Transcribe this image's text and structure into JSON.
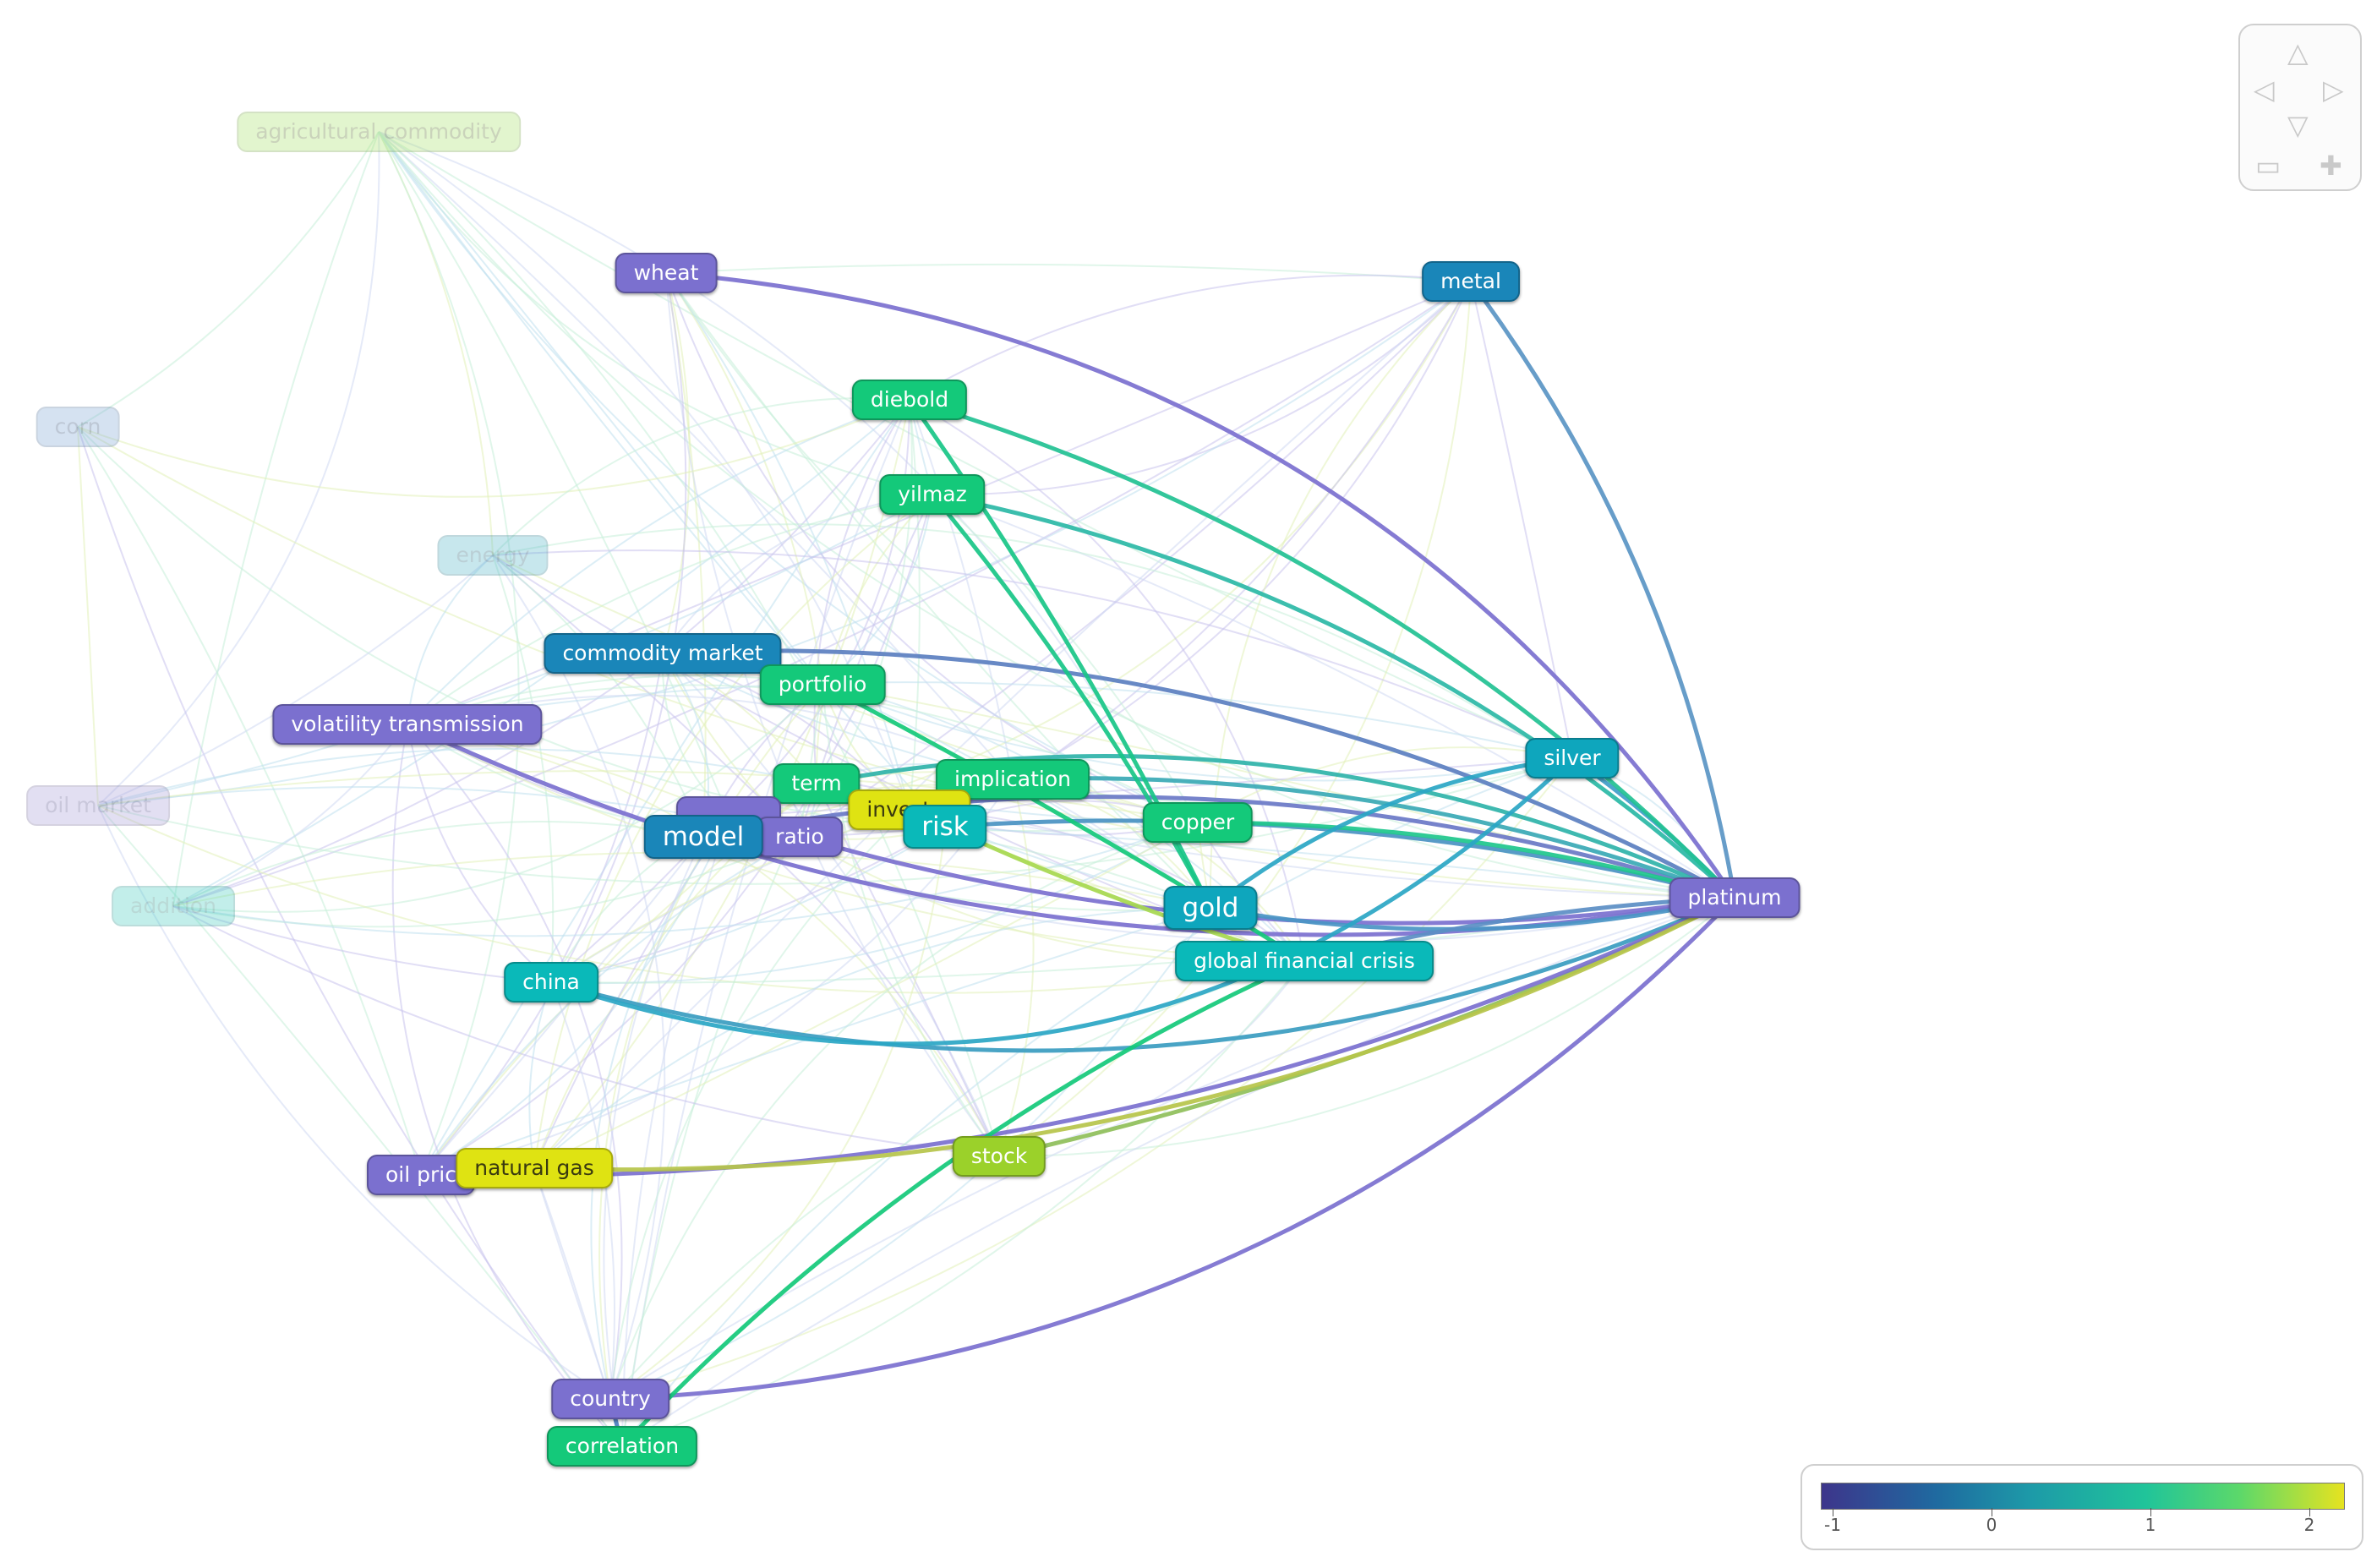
{
  "colors": {
    "purple": "#7b70cf",
    "blue": "#1a86b9",
    "teal": "#0ab9b9",
    "green": "#14cc80",
    "lime": "#9bd12a",
    "yellow": "#dfe312"
  },
  "nodes": [
    {
      "id": "agricultural_commodity",
      "label": "agricultural commodity",
      "color": "#a7e16a",
      "text": "#5c7a2e",
      "faded": true
    },
    {
      "id": "wheat",
      "label": "wheat",
      "color": "#7b70cf",
      "text": "#ffffff"
    },
    {
      "id": "metal",
      "label": "metal",
      "color": "#1a86b9",
      "text": "#ffffff"
    },
    {
      "id": "corn",
      "label": "corn",
      "color": "#7ea6d6",
      "text": "#35557e",
      "faded": true
    },
    {
      "id": "diebold",
      "label": "diebold",
      "color": "#14c97a",
      "text": "#ffffff"
    },
    {
      "id": "yilmaz",
      "label": "yilmaz",
      "color": "#14c97a",
      "text": "#ffffff"
    },
    {
      "id": "energy",
      "label": "energy",
      "color": "#55b5ca",
      "text": "#2c6c80",
      "faded": true
    },
    {
      "id": "commodity_market",
      "label": "commodity market",
      "color": "#1a86b9",
      "text": "#ffffff"
    },
    {
      "id": "portfolio",
      "label": "portfolio",
      "color": "#14c97a",
      "text": "#ffffff"
    },
    {
      "id": "volatility_transmission",
      "label": "volatility transmission",
      "color": "#7b70cf",
      "text": "#ffffff"
    },
    {
      "id": "silver",
      "label": "silver",
      "color": "#0ea6bd",
      "text": "#ffffff"
    },
    {
      "id": "oil_market",
      "label": "oil market",
      "color": "#a89fd8",
      "text": "#5a5390",
      "faded": true
    },
    {
      "id": "term",
      "label": "term",
      "color": "#14c97a",
      "text": "#ffffff"
    },
    {
      "id": "implication",
      "label": "implication",
      "color": "#14c97a",
      "text": "#ffffff"
    },
    {
      "id": "hedge_ratio_back",
      "label": "",
      "color": "#7b70cf",
      "text": "#ffffff"
    },
    {
      "id": "ratio",
      "label": "ratio",
      "color": "#7b70cf",
      "text": "#ffffff"
    },
    {
      "id": "investor",
      "label": "investor",
      "color": "#dfe312",
      "text": "#3a3a10"
    },
    {
      "id": "model",
      "label": "model",
      "color": "#1a86b9",
      "text": "#ffffff",
      "big": true
    },
    {
      "id": "risk",
      "label": "risk",
      "color": "#0ab9b9",
      "text": "#ffffff",
      "big": true
    },
    {
      "id": "copper",
      "label": "copper",
      "color": "#14c97a",
      "text": "#ffffff"
    },
    {
      "id": "gold",
      "label": "gold",
      "color": "#0ea6bd",
      "text": "#ffffff",
      "big": true
    },
    {
      "id": "platinum",
      "label": "platinum",
      "color": "#7b70cf",
      "text": "#ffffff"
    },
    {
      "id": "addition",
      "label": "addition",
      "color": "#44ccc0",
      "text": "#2a8a82",
      "faded": true
    },
    {
      "id": "global_financial_crisis",
      "label": "global financial crisis",
      "color": "#0ab9b9",
      "text": "#ffffff"
    },
    {
      "id": "china",
      "label": "china",
      "color": "#0ab9b9",
      "text": "#ffffff"
    },
    {
      "id": "stock",
      "label": "stock",
      "color": "#9bd12a",
      "text": "#ffffff"
    },
    {
      "id": "oil_price",
      "label": "oil pric",
      "color": "#7b70cf",
      "text": "#ffffff"
    },
    {
      "id": "natural_gas",
      "label": "natural gas",
      "color": "#dfe312",
      "text": "#3a3a10"
    },
    {
      "id": "country",
      "label": "country",
      "color": "#7b70cf",
      "text": "#ffffff"
    },
    {
      "id": "correlation",
      "label": "correlation",
      "color": "#14c97a",
      "text": "#ffffff"
    }
  ],
  "edges": [
    {
      "from": "platinum",
      "to": "wheat",
      "color": "#7b70cf"
    },
    {
      "from": "platinum",
      "to": "metal",
      "color": "#5a95c4"
    },
    {
      "from": "platinum",
      "to": "silver",
      "color": "#3f9dc9"
    },
    {
      "from": "platinum",
      "to": "commodity_market",
      "color": "#5b7fc0"
    },
    {
      "from": "platinum",
      "to": "volatility_transmission",
      "color": "#7b70cf"
    },
    {
      "from": "platinum",
      "to": "model",
      "color": "#6a78c7"
    },
    {
      "from": "platinum",
      "to": "ratio",
      "color": "#7b70cf"
    },
    {
      "from": "platinum",
      "to": "term",
      "color": "#2fb3a9"
    },
    {
      "from": "platinum",
      "to": "implication",
      "color": "#3aa9b5"
    },
    {
      "from": "platinum",
      "to": "risk",
      "color": "#4a92c2"
    },
    {
      "from": "platinum",
      "to": "gold",
      "color": "#4a95c4"
    },
    {
      "from": "platinum",
      "to": "global_financial_crisis",
      "color": "#5b8ec4"
    },
    {
      "from": "platinum",
      "to": "china",
      "color": "#3a9cc0"
    },
    {
      "from": "platinum",
      "to": "stock",
      "color": "#8fbf5a"
    },
    {
      "from": "platinum",
      "to": "oil_price",
      "color": "#7b70cf"
    },
    {
      "from": "platinum",
      "to": "natural_gas",
      "color": "#b6c44a"
    },
    {
      "from": "platinum",
      "to": "country",
      "color": "#7b70cf"
    },
    {
      "from": "platinum",
      "to": "copper",
      "color": "#1ec78c"
    },
    {
      "from": "platinum",
      "to": "yilmaz",
      "color": "#2bb8a6"
    },
    {
      "from": "platinum",
      "to": "diebold",
      "color": "#22c193"
    },
    {
      "from": "gold",
      "to": "diebold",
      "color": "#18c587"
    },
    {
      "from": "gold",
      "to": "yilmaz",
      "color": "#18c587"
    },
    {
      "from": "gold",
      "to": "silver",
      "color": "#2aa6c4"
    },
    {
      "from": "global_financial_crisis",
      "to": "investor",
      "color": "#a6d84e"
    },
    {
      "from": "global_financial_crisis",
      "to": "portfolio",
      "color": "#14c97a"
    },
    {
      "from": "correlation",
      "to": "global_financial_crisis",
      "color": "#14c97a"
    },
    {
      "from": "country",
      "to": "correlation",
      "color": "#4d7fc0"
    },
    {
      "from": "silver",
      "to": "china",
      "color": "#2aa6c4"
    }
  ],
  "legend": {
    "ticks": [
      "-1",
      "0",
      "1",
      "2"
    ]
  },
  "navigation": {
    "up": "△",
    "left": "◁",
    "right": "▷",
    "down": "▽",
    "zoom_out": "▭",
    "zoom_in": "✚"
  }
}
